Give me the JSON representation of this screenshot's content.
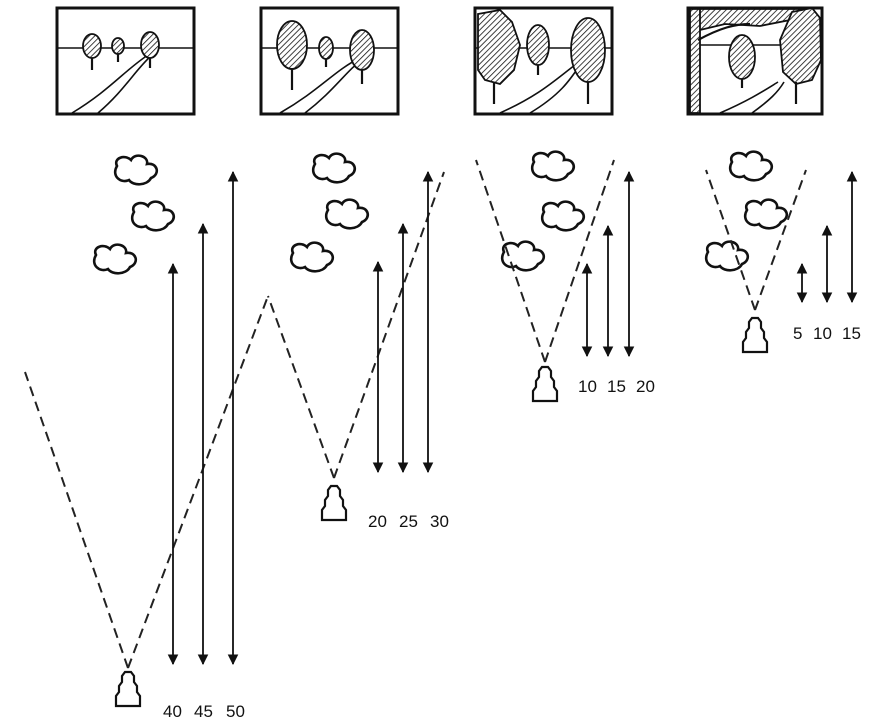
{
  "colors": {
    "ink": "#111111",
    "paper": "#ffffff"
  },
  "icons": {
    "camera": "camera-stack-icon",
    "bush": "bush-icon",
    "tree": "tree-icon",
    "arrow": "double-arrow-icon"
  },
  "panels": [
    {
      "id": "panel-1",
      "distances": [
        "40",
        "45",
        "50"
      ]
    },
    {
      "id": "panel-2",
      "distances": [
        "20",
        "25",
        "30"
      ]
    },
    {
      "id": "panel-3",
      "distances": [
        "10",
        "15",
        "20"
      ]
    },
    {
      "id": "panel-4",
      "distances": [
        "5",
        "10",
        "15"
      ]
    }
  ]
}
